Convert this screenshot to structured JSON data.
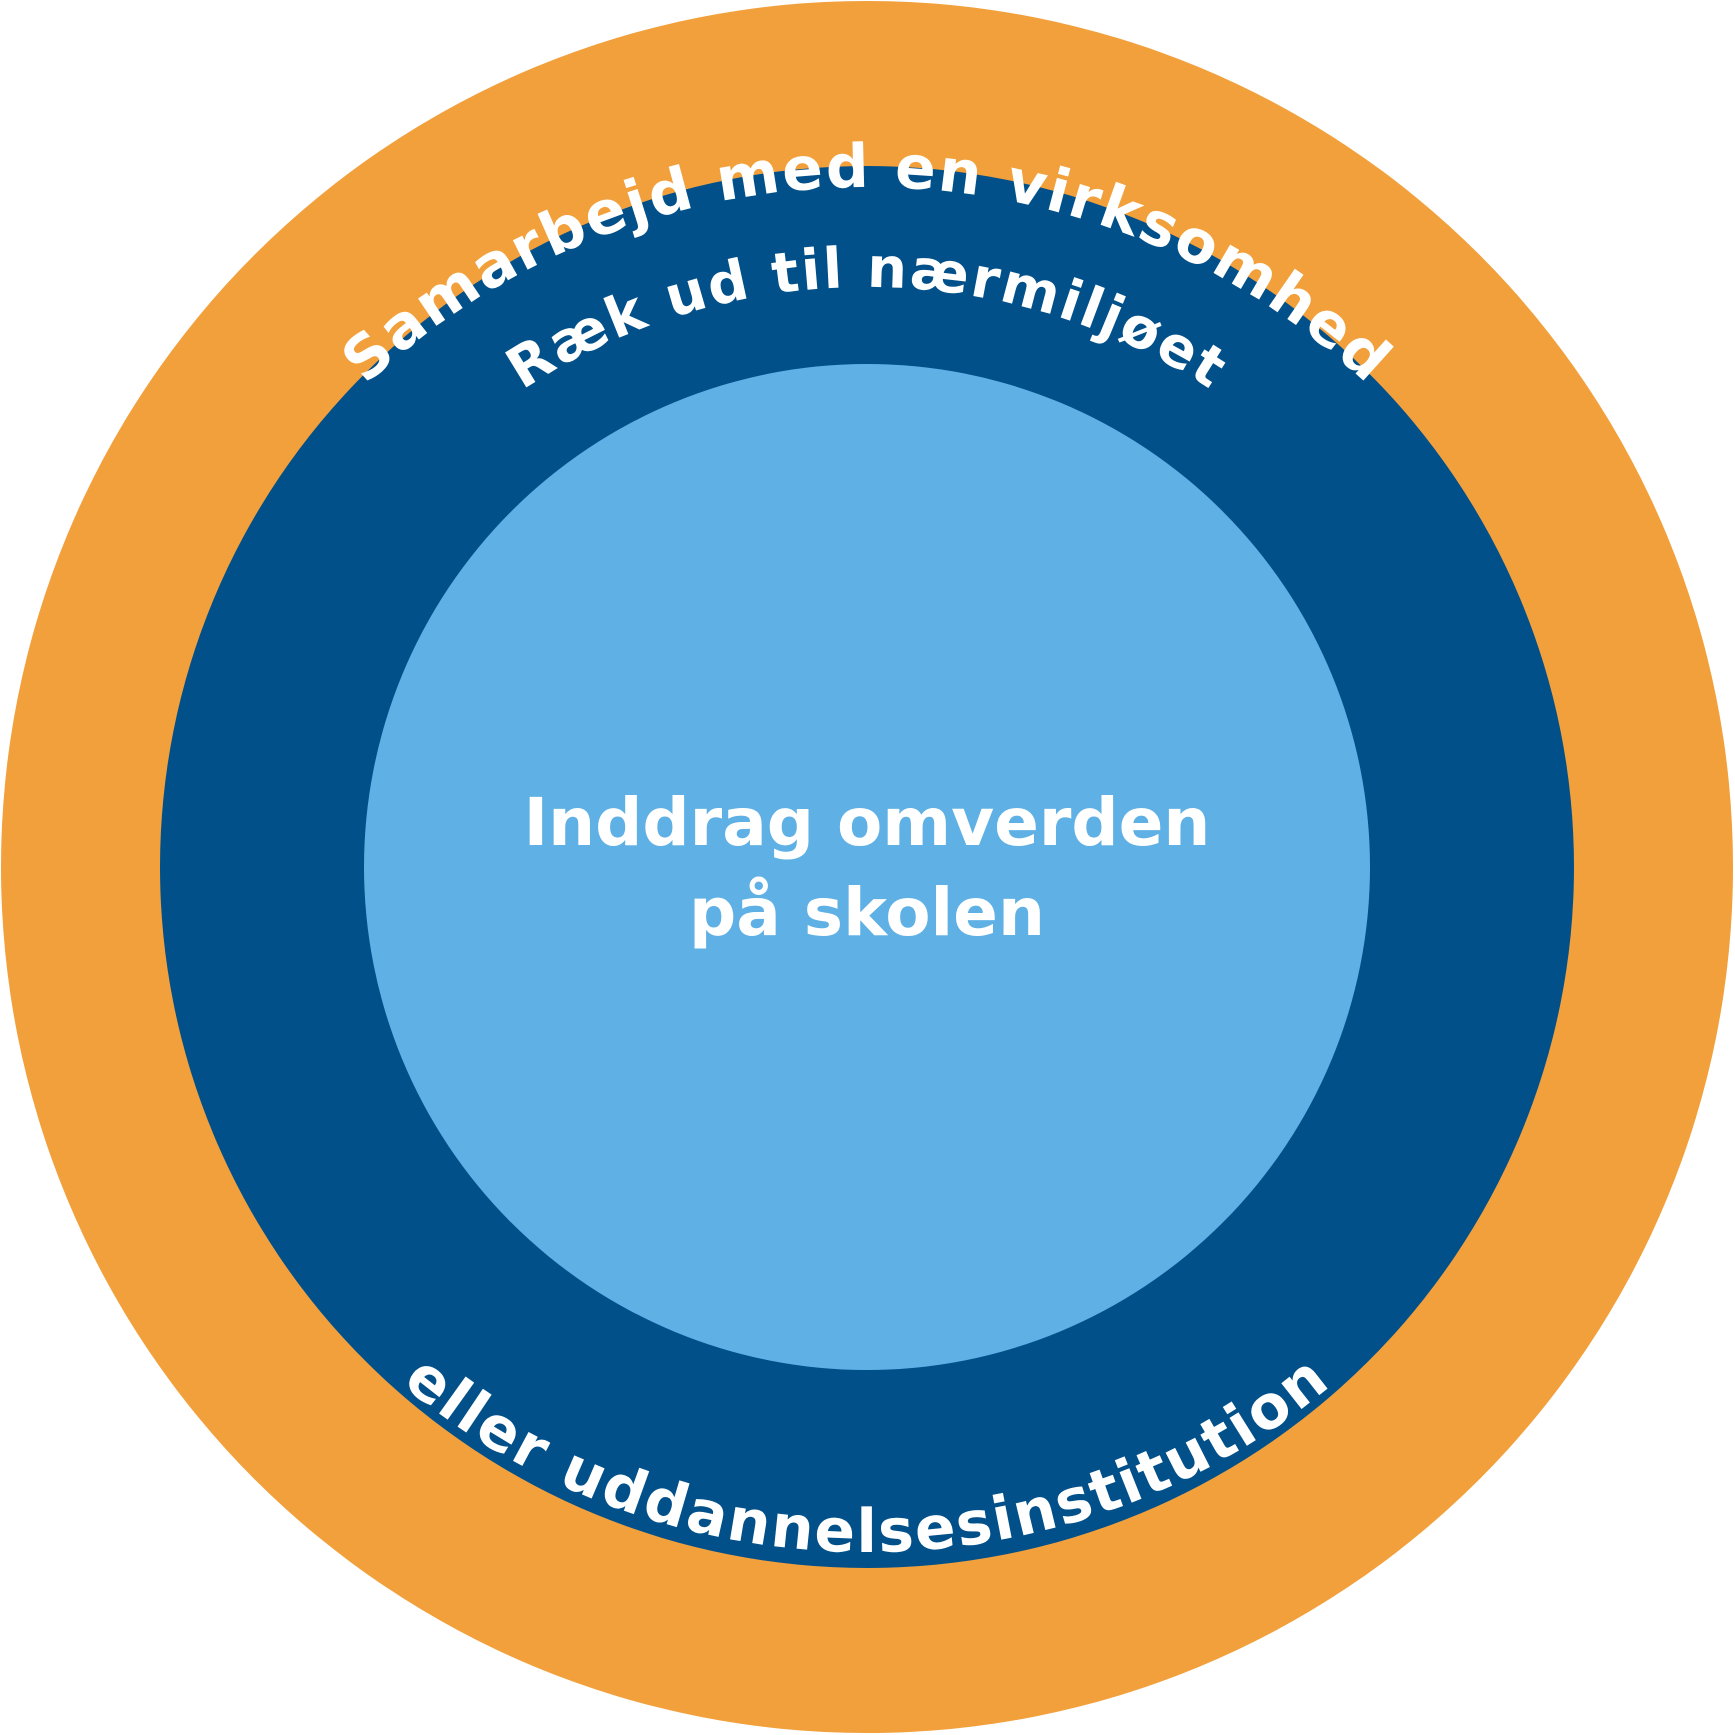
{
  "colors": {
    "outer": "#F2A03C",
    "middle": "#02508A",
    "inner": "#5EB0E5",
    "text": "#FFFFFF"
  },
  "rings": {
    "outer_top_label": "Samarbejd med en virksomhed",
    "outer_bottom_label": "eller uddannelsesinstitution",
    "middle_top_label": "Ræk ud til nærmiljøet"
  },
  "center": {
    "line1": "Inddrag omverden",
    "line2": "på skolen"
  }
}
